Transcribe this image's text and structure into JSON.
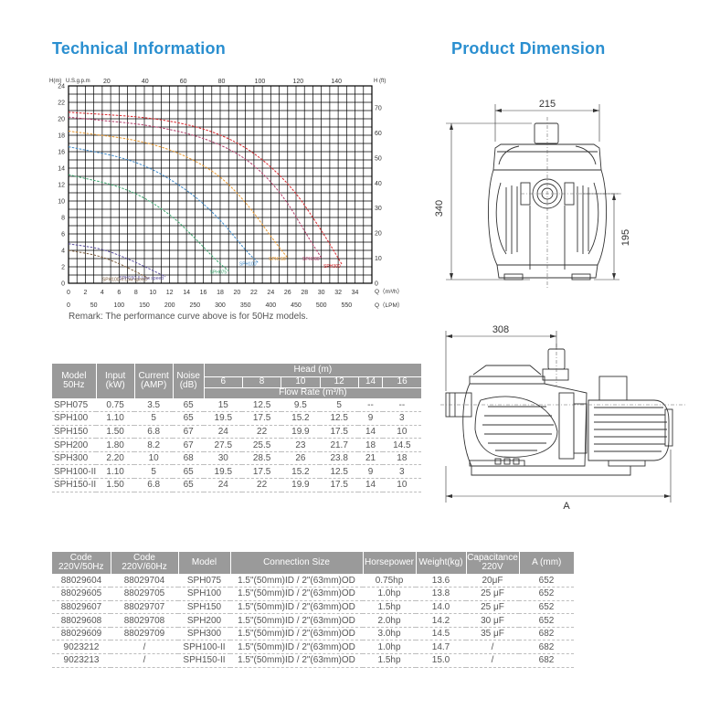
{
  "titles": {
    "technical": "Technical Information",
    "dimension": "Product Dimension"
  },
  "remark": "Remark: The performance curve above is for 50Hz models.",
  "chart_data": {
    "type": "line",
    "left_axis_label": "H(m)",
    "top_axis_label": "U.S.g.p.m",
    "right_axis_label": "H (ft)",
    "x_m3h_label": "Q（m³/h）",
    "x_lpm_label": "Q（LPM）",
    "left_ticks": [
      "24",
      "22",
      "20",
      "18",
      "16",
      "14",
      "12",
      "10",
      "8",
      "6",
      "4",
      "2",
      "0"
    ],
    "right_ticks": [
      "70",
      "60",
      "50",
      "40",
      "30",
      "20",
      "10",
      "0"
    ],
    "top_ticks": [
      "20",
      "40",
      "60",
      "80",
      "100",
      "120",
      "140"
    ],
    "m3h_ticks": [
      "0",
      "2",
      "4",
      "6",
      "8",
      "10",
      "12",
      "14",
      "16",
      "18",
      "20",
      "22",
      "24",
      "26",
      "28",
      "30",
      "32",
      "34"
    ],
    "lpm_ticks": [
      "0",
      "50",
      "100",
      "150",
      "200",
      "250",
      "300",
      "350",
      "400",
      "450",
      "500",
      "550"
    ],
    "xlim": [
      0,
      36
    ],
    "ylim": [
      0,
      24
    ],
    "series": [
      {
        "name": "SPH300",
        "color": "#d8262b",
        "x": [
          0,
          12,
          20,
          26,
          30,
          32.5
        ],
        "y": [
          20.8,
          20,
          17.5,
          12.5,
          6.5,
          2.2
        ]
      },
      {
        "name": "SPH200",
        "color": "#b03a67",
        "x": [
          0,
          12,
          20,
          25,
          28.5,
          30
        ],
        "y": [
          20.2,
          19,
          16.2,
          11.5,
          5.5,
          3.1
        ]
      },
      {
        "name": "SPH150",
        "color": "#e8962a",
        "x": [
          0,
          10,
          17,
          21,
          24.5,
          26
        ],
        "y": [
          18.5,
          17.2,
          14,
          10,
          5,
          3.1
        ]
      },
      {
        "name": "SPH100",
        "color": "#3a87c9",
        "x": [
          0,
          8,
          14,
          18,
          21,
          22.5
        ],
        "y": [
          16.6,
          15,
          11.5,
          7.8,
          4,
          2.5
        ]
      },
      {
        "name": "SPH075",
        "color": "#3aa56e",
        "x": [
          0,
          7,
          12,
          15,
          17.5,
          19
        ],
        "y": [
          13.2,
          11.6,
          8.5,
          5.5,
          2.8,
          1.5
        ]
      },
      {
        "name": "SPH150-II Low speed",
        "color": "#5b4f9e",
        "x": [
          0,
          4,
          7,
          9.5,
          11.5
        ],
        "y": [
          4.8,
          4.2,
          3,
          1.8,
          0.8
        ]
      },
      {
        "name": "SPH100-II Low speed",
        "color": "#7b5a3a",
        "x": [
          0,
          3.5,
          6,
          8,
          9.5
        ],
        "y": [
          4,
          3.4,
          2.4,
          1.4,
          0.6
        ]
      }
    ]
  },
  "perf_table": {
    "headers": {
      "model": "Model 50Hz",
      "input": "Input (kW)",
      "current": "Current (AMP)",
      "noise": "Noise (dB)",
      "head": "Head (m)",
      "flow": "Flow Rate (m³/h)"
    },
    "head_values": [
      "6",
      "8",
      "10",
      "12",
      "14",
      "16"
    ],
    "rows": [
      {
        "model": "SPH075",
        "input": "0.75",
        "current": "3.5",
        "noise": "65",
        "f": [
          "15",
          "12.5",
          "9.5",
          "5",
          "--",
          "--"
        ]
      },
      {
        "model": "SPH100",
        "input": "1.10",
        "current": "5",
        "noise": "65",
        "f": [
          "19.5",
          "17.5",
          "15.2",
          "12.5",
          "9",
          "3"
        ]
      },
      {
        "model": "SPH150",
        "input": "1.50",
        "current": "6.8",
        "noise": "67",
        "f": [
          "24",
          "22",
          "19.9",
          "17.5",
          "14",
          "10"
        ]
      },
      {
        "model": "SPH200",
        "input": "1.80",
        "current": "8.2",
        "noise": "67",
        "f": [
          "27.5",
          "25.5",
          "23",
          "21.7",
          "18",
          "14.5"
        ]
      },
      {
        "model": "SPH300",
        "input": "2.20",
        "current": "10",
        "noise": "68",
        "f": [
          "30",
          "28.5",
          "26",
          "23.8",
          "21",
          "18"
        ]
      },
      {
        "model": "SPH100-II",
        "input": "1.10",
        "current": "5",
        "noise": "65",
        "f": [
          "19.5",
          "17.5",
          "15.2",
          "12.5",
          "9",
          "3"
        ]
      },
      {
        "model": "SPH150-II",
        "input": "1.50",
        "current": "6.8",
        "noise": "65",
        "f": [
          "24",
          "22",
          "19.9",
          "17.5",
          "14",
          "10"
        ]
      }
    ]
  },
  "spec_table": {
    "headers": {
      "code50": "Code 220V/50Hz",
      "code60": "Code 220V/60Hz",
      "model": "Model",
      "connection": "Connection Size",
      "hp": "Horsepower",
      "weight": "Weight(kg)",
      "capacitance": "Capacitance 220V",
      "a": "A (mm)"
    },
    "rows": [
      {
        "code50": "88029604",
        "code60": "88029704",
        "model": "SPH075",
        "connection": "1.5\"(50mm)ID / 2\"(63mm)OD",
        "hp": "0.75hp",
        "weight": "13.6",
        "capacitance": "20μF",
        "a": "652"
      },
      {
        "code50": "88029605",
        "code60": "88029705",
        "model": "SPH100",
        "connection": "1.5\"(50mm)ID / 2\"(63mm)OD",
        "hp": "1.0hp",
        "weight": "13.8",
        "capacitance": "25 μF",
        "a": "652"
      },
      {
        "code50": "88029607",
        "code60": "88029707",
        "model": "SPH150",
        "connection": "1.5\"(50mm)ID / 2\"(63mm)OD",
        "hp": "1.5hp",
        "weight": "14.0",
        "capacitance": "25 μF",
        "a": "652"
      },
      {
        "code50": "88029608",
        "code60": "88029708",
        "model": "SPH200",
        "connection": "1.5\"(50mm)ID / 2\"(63mm)OD",
        "hp": "2.0hp",
        "weight": "14.2",
        "capacitance": "30 μF",
        "a": "652"
      },
      {
        "code50": "88029609",
        "code60": "88029709",
        "model": "SPH300",
        "connection": "1.5\"(50mm)ID / 2\"(63mm)OD",
        "hp": "3.0hp",
        "weight": "14.5",
        "capacitance": "35 μF",
        "a": "682"
      },
      {
        "code50": "9023212",
        "code60": "/",
        "model": "SPH100-II",
        "connection": "1.5\"(50mm)ID / 2\"(63mm)OD",
        "hp": "1.0hp",
        "weight": "14.7",
        "capacitance": "/",
        "a": "682"
      },
      {
        "code50": "9023213",
        "code60": "/",
        "model": "SPH150-II",
        "connection": "1.5\"(50mm)ID / 2\"(63mm)OD",
        "hp": "1.5hp",
        "weight": "15.0",
        "capacitance": "/",
        "a": "682"
      }
    ]
  },
  "dimensions": {
    "front_width": "215",
    "front_height": "340",
    "front_inlet_height": "195",
    "side_width": "308",
    "side_length": "A"
  }
}
